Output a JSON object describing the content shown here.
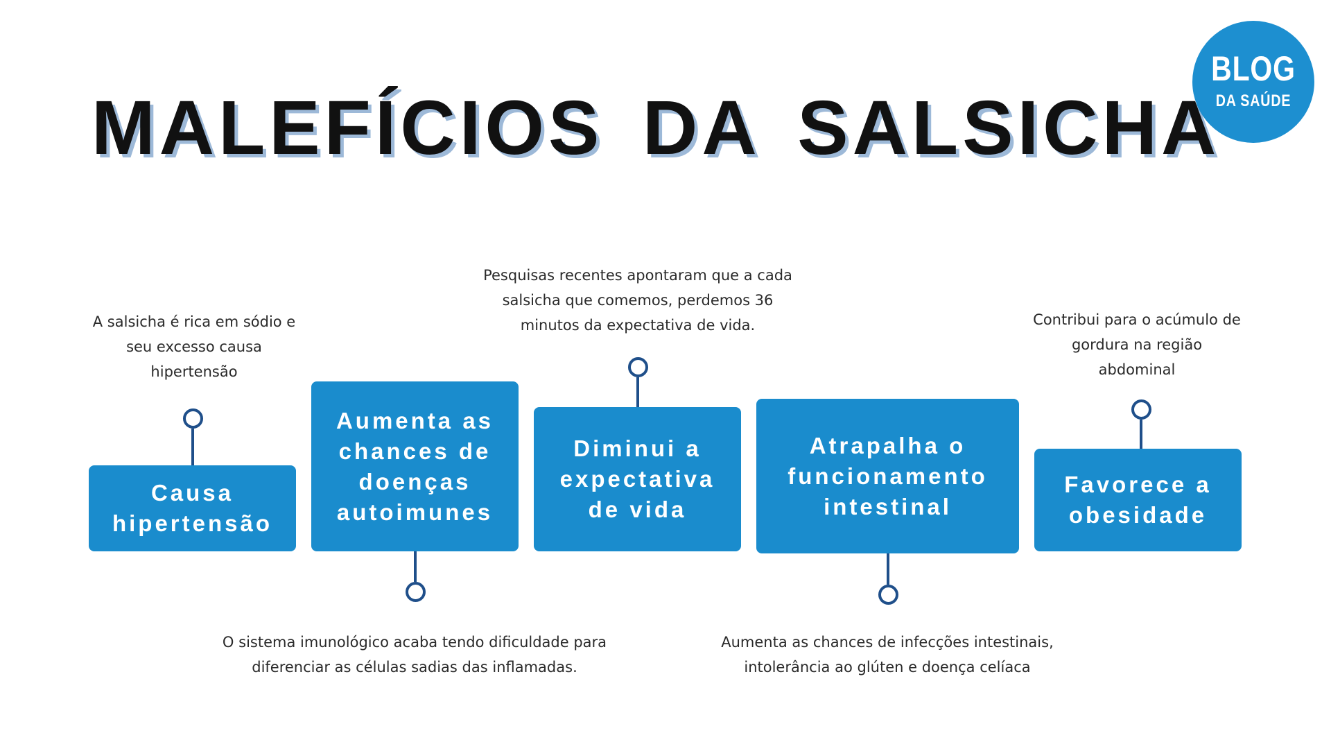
{
  "title": "MALEFÍCIOS DA SALSICHA",
  "logo": {
    "line1": "BLOG",
    "line2": "DA SAÚDE",
    "color": "#1d8fd0"
  },
  "colors": {
    "box": "#1a8ccd",
    "connector": "#1f4f8a",
    "title_shadow": "#9db9d8"
  },
  "items": [
    {
      "label": "Causa hipertensão",
      "description": "A salsicha é rica em sódio e seu excesso causa hipertensão"
    },
    {
      "label": "Aumenta as chances de doenças autoimunes",
      "description": "O sistema imunológico acaba tendo dificuldade para diferenciar as células sadias das inflamadas."
    },
    {
      "label": "Diminui a expectativa de vida",
      "description": "Pesquisas recentes apontaram que a cada salsicha que comemos, perdemos 36 minutos da expectativa de vida."
    },
    {
      "label": "Atrapalha o funcionamento intestinal",
      "description": "Aumenta as chances de infecções intestinais, intolerância ao glúten e doença celíaca"
    },
    {
      "label": "Favorece a obesidade",
      "description": "Contribui para o acúmulo de gordura na região abdominal"
    }
  ]
}
